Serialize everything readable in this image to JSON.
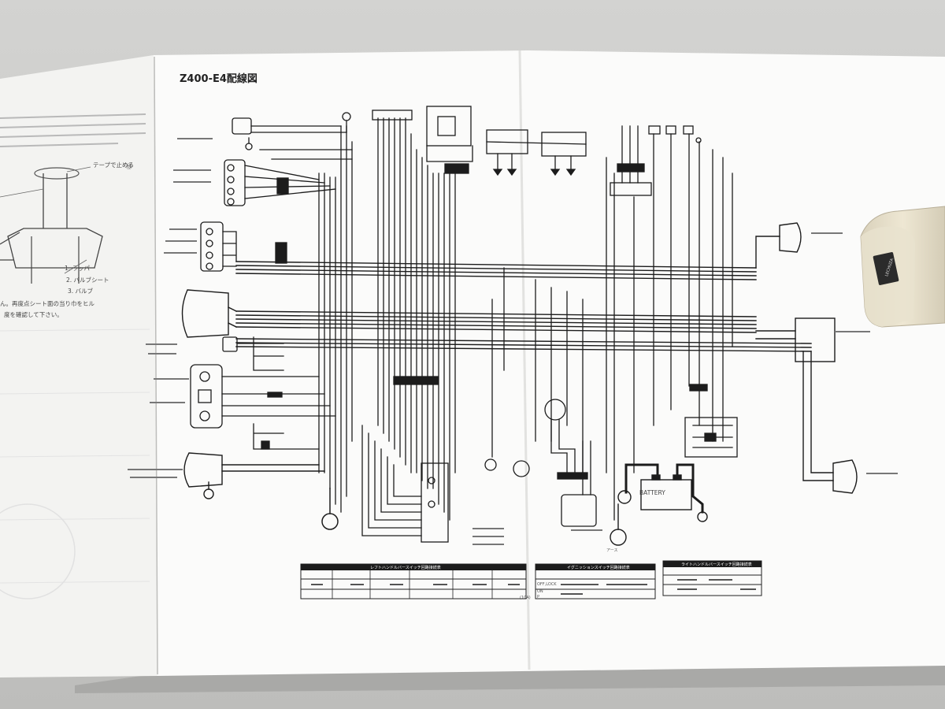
{
  "diagram": {
    "title": "Z400-E4配線図"
  },
  "left_page": {
    "item_number": "⑬",
    "callout": "テープで止める",
    "legend": [
      "1. ラッパー",
      "2. バルブシート",
      "3. バルブ"
    ],
    "note_line1": "ん。再度点シート面の当り巾をヒル",
    "note_line2": "度を確認して下さい。"
  },
  "labels": {
    "battery": "BATTERY",
    "fuse_note": "(10A)",
    "ignition_switch_keys": [
      "OFF,LOCK",
      "ON",
      "P"
    ],
    "ground": "アース"
  },
  "switch_tables": {
    "left_title": "レフトハンドルバースイッチ回路接続表",
    "middle_title": "イグニッションスイッチ回路接続表",
    "right_title": "ライトハンドルバースイッチ回路接続表"
  },
  "colors": {
    "background": "#c9c9c7",
    "paper": "#fbfbfb",
    "ink": "#1c1c1c",
    "eraser": "#e6dfcb"
  }
}
